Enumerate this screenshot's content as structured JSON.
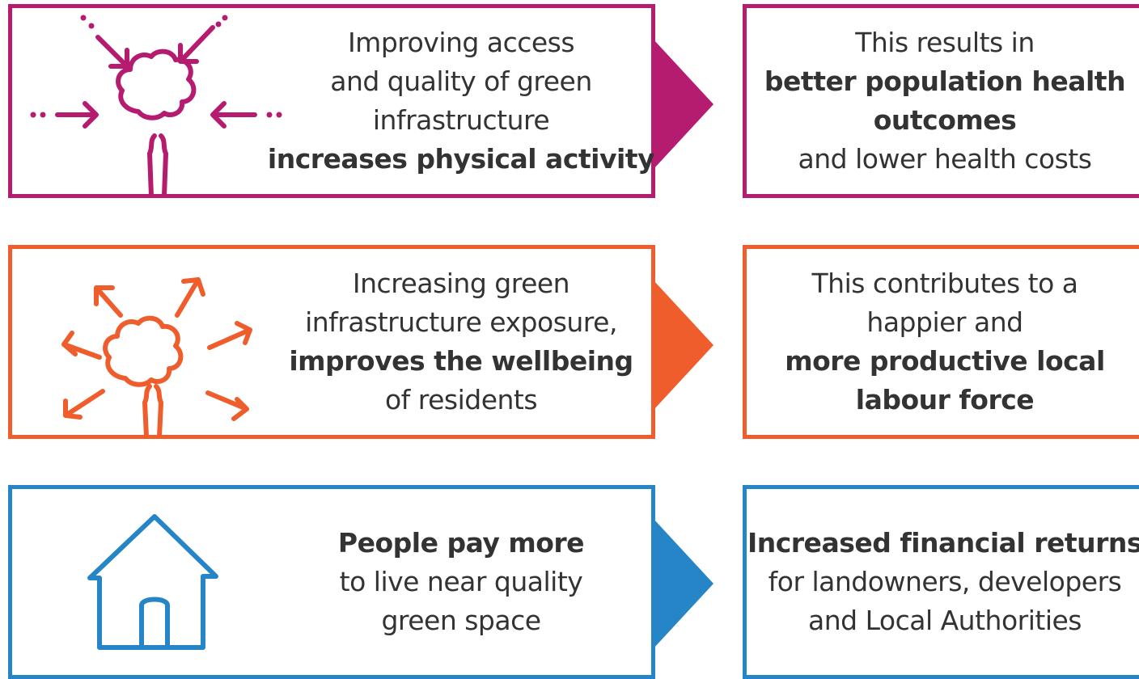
{
  "colors": {
    "activity": "#b51b6f",
    "wellbeing": "#ee5d2b",
    "housing": "#2585c7",
    "text": "#333333"
  },
  "rows": [
    {
      "icon": "tree-with-inward-arrows-icon",
      "left_lines": [
        {
          "text": "Improving access",
          "bold": false
        },
        {
          "text": "and quality of green",
          "bold": false
        },
        {
          "text": "infrastructure",
          "bold": false
        },
        {
          "text": "increases physical activity",
          "bold": true
        }
      ],
      "right_lines": [
        {
          "text": "This results in",
          "bold": false
        },
        {
          "text": "better population health",
          "bold": true
        },
        {
          "text": "outcomes",
          "bold": true
        },
        {
          "text": "and lower health costs",
          "bold": false
        }
      ]
    },
    {
      "icon": "tree-with-outward-arrows-icon",
      "left_lines": [
        {
          "text": "Increasing green",
          "bold": false
        },
        {
          "text": "infrastructure exposure,",
          "bold": false
        },
        {
          "text": "improves the wellbeing",
          "bold": true
        },
        {
          "text": "of residents",
          "bold": false
        }
      ],
      "right_lines": [
        {
          "text": "This contributes to a",
          "bold": false
        },
        {
          "text": "happier and",
          "bold": false
        },
        {
          "text": "more productive local",
          "bold": true
        },
        {
          "text": "labour force",
          "bold": true
        }
      ]
    },
    {
      "icon": "house-icon",
      "left_lines": [
        {
          "text": "People pay more",
          "bold": true
        },
        {
          "text": "to live near quality",
          "bold": false
        },
        {
          "text": "green space",
          "bold": false
        }
      ],
      "right_lines": [
        {
          "text": "Increased financial returns",
          "bold": true
        },
        {
          "text": "for landowners, developers",
          "bold": false
        },
        {
          "text": "and Local Authorities",
          "bold": false
        }
      ]
    }
  ]
}
